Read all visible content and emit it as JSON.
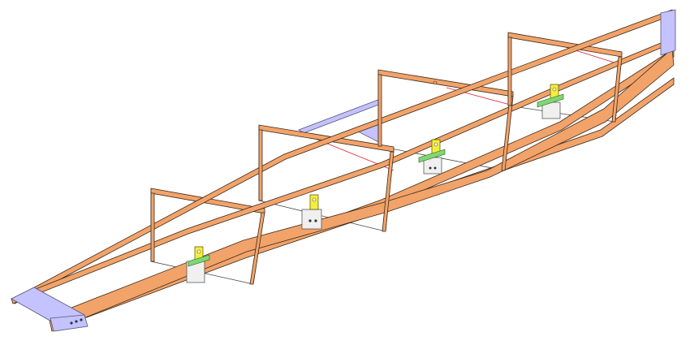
{
  "colors": {
    "background": "#ffffff",
    "wood_fill": "#f2a36a",
    "wood_dark": "#e98e4d",
    "wood_edge": "#3a2a1a",
    "bulkhead_fill": "#ffffff",
    "bulkhead_edge": "#4a4a4a",
    "panel_fill": "#c4c2ff",
    "panel_edge": "#555577",
    "brace_line": "#e0202a",
    "bracket_fill": "#f4ee3c",
    "bracket_edge": "#5a5200",
    "plate_fill": "#f0f0f0"
  },
  "parts": {
    "bulkheads": 4,
    "bow_stem": "stem-piece",
    "stern_transom": "transom-piece",
    "strongback_panels": 2,
    "lifting_brackets": 4
  }
}
